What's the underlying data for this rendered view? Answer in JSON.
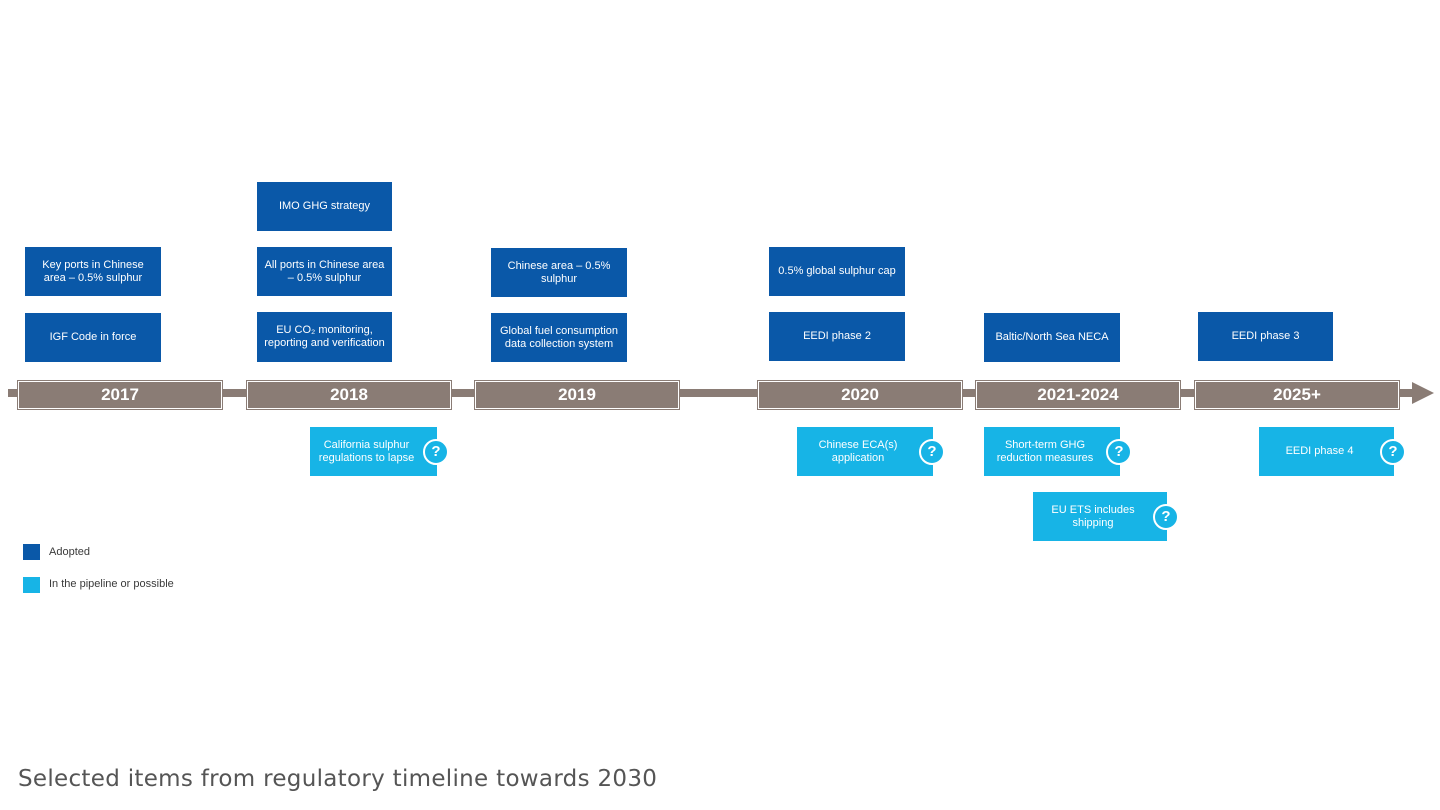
{
  "timeline": {
    "years": [
      "2017",
      "2018",
      "2019",
      "2020",
      "2021-2024",
      "2025+"
    ]
  },
  "adopted_items": [
    "Key ports in Chinese area – 0.5% sulphur",
    "IGF Code in force",
    "IMO GHG strategy",
    "All ports in Chinese area – 0.5% sulphur",
    "EU CO₂ monitoring, reporting and verification",
    "Chinese area – 0.5% sulphur",
    "Global fuel consumption data collection system",
    "0.5% global sulphur cap",
    "EEDI phase 2",
    "Baltic/North Sea NECA",
    "EEDI phase 3"
  ],
  "pipeline_items": [
    "California sulphur regulations to lapse",
    "Chinese ECA(s) application",
    "Short-term GHG reduction measures",
    "EU ETS includes shipping",
    "EEDI phase 4"
  ],
  "question_mark": "?",
  "legend": {
    "adopted": "Adopted",
    "pipeline": "In the pipeline or possible"
  },
  "colors": {
    "adopted": "#0a58a8",
    "pipeline": "#17b4e6",
    "axis": "#8a7c75"
  },
  "caption": "Selected items from regulatory timeline towards 2030"
}
